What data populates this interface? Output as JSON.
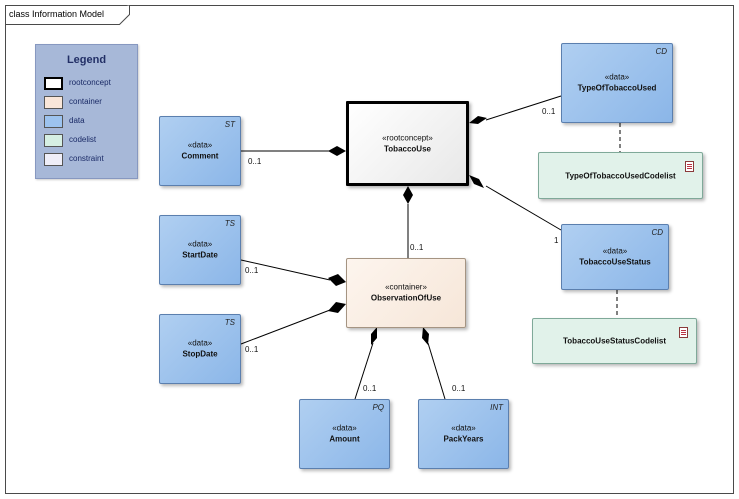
{
  "frame": {
    "title": "class Information Model"
  },
  "legend": {
    "title": "Legend",
    "items": [
      {
        "label": "rootconcept",
        "color": "#ffffff",
        "border": "#000000"
      },
      {
        "label": "container",
        "color": "#f9e6d9",
        "border": "#8a7a6a"
      },
      {
        "label": "data",
        "color": "#9dc3ef",
        "border": "#5b7fae"
      },
      {
        "label": "codelist",
        "color": "#d6efe3",
        "border": "#6a9a88"
      },
      {
        "label": "constraint",
        "color": "#efeef8",
        "border": "#8a8aa8"
      }
    ]
  },
  "classes": {
    "tobacco_use": {
      "stereotype": "«rootconcept»",
      "name": "TobaccoUse"
    },
    "observation_of_use": {
      "stereotype": "«container»",
      "name": "ObservationOfUse"
    },
    "comment": {
      "stereotype": "«data»",
      "name": "Comment",
      "type": "ST"
    },
    "start_date": {
      "stereotype": "«data»",
      "name": "StartDate",
      "type": "TS"
    },
    "stop_date": {
      "stereotype": "«data»",
      "name": "StopDate",
      "type": "TS"
    },
    "amount": {
      "stereotype": "«data»",
      "name": "Amount",
      "type": "PQ"
    },
    "pack_years": {
      "stereotype": "«data»",
      "name": "PackYears",
      "type": "INT"
    },
    "type_of_tobacco": {
      "stereotype": "«data»",
      "name": "TypeOfTobaccoUsed",
      "type": "CD"
    },
    "tobacco_status": {
      "stereotype": "«data»",
      "name": "TobaccoUseStatus",
      "type": "CD"
    }
  },
  "codelists": {
    "type_of_tobacco_codelist": {
      "name": "TypeOfTobaccoUsedCodelist"
    },
    "tobacco_status_codelist": {
      "name": "TobaccoUseStatusCodelist"
    }
  },
  "multiplicities": {
    "comment": "0..1",
    "observation": "0..1",
    "start_date": "0..1",
    "stop_date": "0..1",
    "amount": "0..1",
    "pack_years": "0..1",
    "type_of_tobacco": "0..1",
    "tobacco_status": "1"
  }
}
